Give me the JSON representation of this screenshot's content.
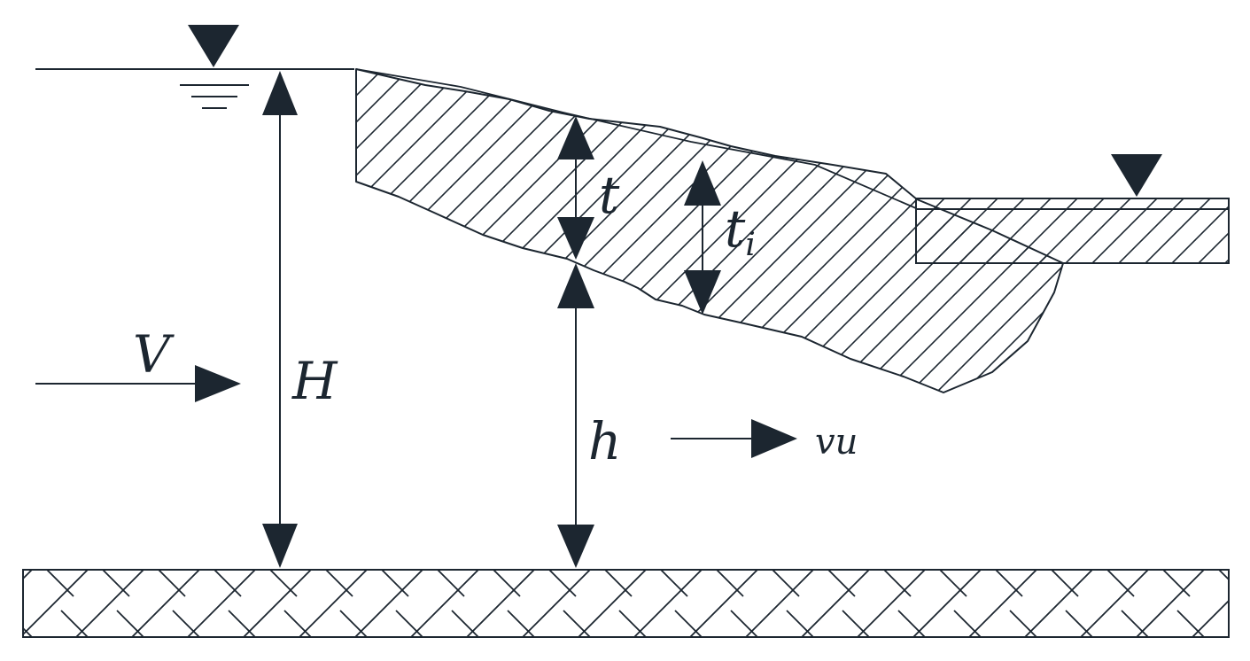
{
  "labels": {
    "upstream_velocity": "V",
    "total_depth": "H",
    "cover_thickness": "t",
    "cover_thickness_local": "t",
    "cover_thickness_local_sub": "i",
    "flow_depth_under_cover": "h",
    "under_cover_velocity": "vu"
  },
  "colors": {
    "ink": "#1c2630",
    "background": "#ffffff"
  }
}
